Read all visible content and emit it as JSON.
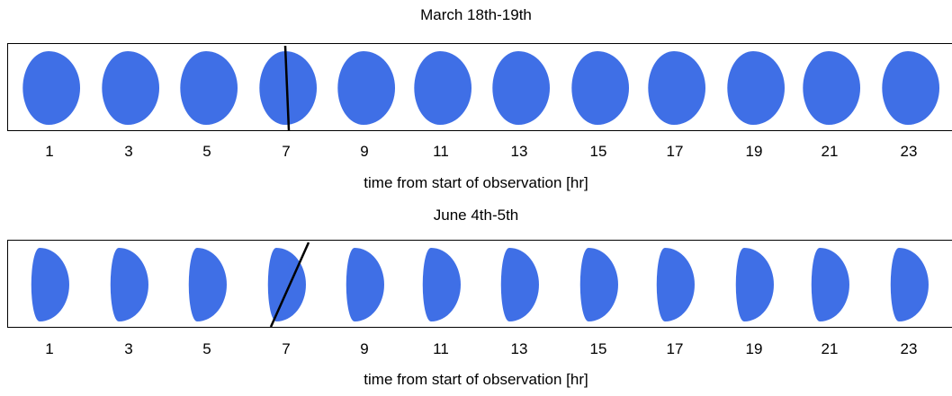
{
  "panels": [
    {
      "title": "March 18th-19th",
      "xlabel": "time from start of observation [hr]",
      "hours": [
        "1",
        "3",
        "5",
        "7",
        "9",
        "11",
        "13",
        "15",
        "17",
        "19",
        "21",
        "23"
      ],
      "phase": "gibbous",
      "marked_hour": "7"
    },
    {
      "title": "June 4th-5th",
      "xlabel": "time from start of observation [hr]",
      "hours": [
        "1",
        "3",
        "5",
        "7",
        "9",
        "11",
        "13",
        "15",
        "17",
        "19",
        "21",
        "23"
      ],
      "phase": "half",
      "marked_hour": "7"
    }
  ],
  "colors": {
    "ocean": "#3f6fe6",
    "land": "#ee4b55",
    "border": "#000000"
  }
}
